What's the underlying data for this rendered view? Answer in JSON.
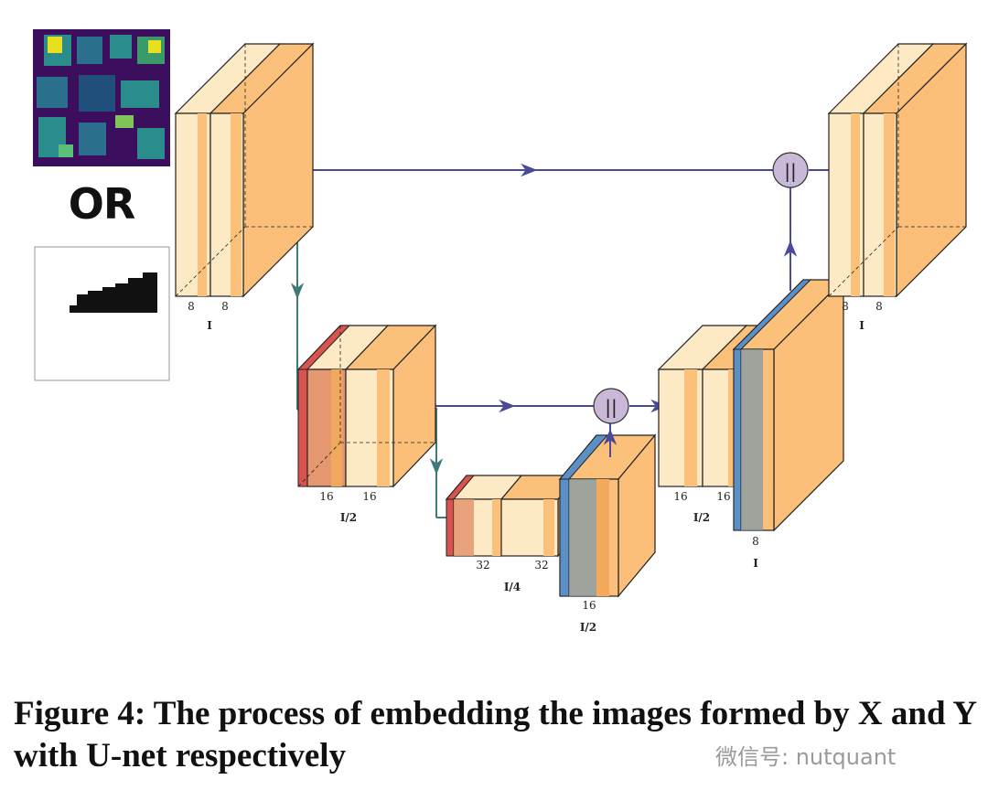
{
  "inputs": {
    "or_text": "OR"
  },
  "blocks": [
    {
      "id": "enc1",
      "channels": [
        "8",
        "8"
      ],
      "size_label": "I"
    },
    {
      "id": "enc2",
      "channels": [
        "16",
        "16"
      ],
      "size_label": "I/2"
    },
    {
      "id": "bottleneck",
      "channels": [
        "32",
        "32"
      ],
      "size_label": "I/4"
    },
    {
      "id": "up1",
      "channels": [
        "16"
      ],
      "size_label": "I/2"
    },
    {
      "id": "dec2",
      "channels": [
        "16",
        "16"
      ],
      "size_label": "I/2"
    },
    {
      "id": "up2",
      "channels": [
        "8"
      ],
      "size_label": "I"
    },
    {
      "id": "dec1",
      "channels": [
        "8",
        "8"
      ],
      "size_label": "I"
    }
  ],
  "concat_symbol": "||",
  "caption": "Figure 4: The process of embedding the images formed by X and Y with U-net respectively",
  "watermark": "微信号: nutquant",
  "colors": {
    "feature_light": "#fde9c4",
    "feature_orange": "#fbc07a",
    "pool_red": "#d9534f",
    "upsample_blue": "#5b8fc7",
    "arrow_skip": "#4a4a9a",
    "arrow_down": "#3f7a7a",
    "concat_fill": "#c9b8d8",
    "heatmap_dark": "#3b0f5e",
    "heatmap_teal": "#2b8c8c",
    "heatmap_yellow": "#e6e020"
  }
}
